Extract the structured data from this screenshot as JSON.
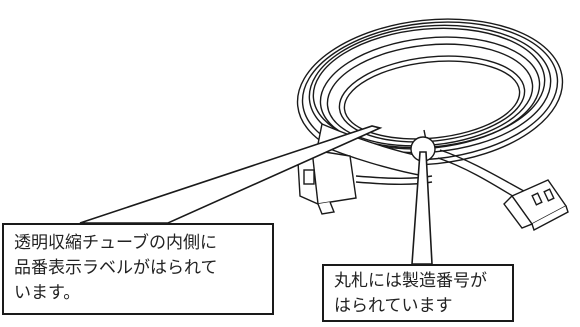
{
  "callouts": {
    "tube_label": {
      "lines": [
        "透明収縮チューブの内側に",
        "品番表示ラベルがはられて",
        "います。"
      ]
    },
    "serial_tag": {
      "lines": [
        "丸札には製造番号が",
        "はられています"
      ]
    }
  },
  "colors": {
    "stroke": "#1a1a1a",
    "fill": "#ffffff",
    "text": "#222222"
  }
}
